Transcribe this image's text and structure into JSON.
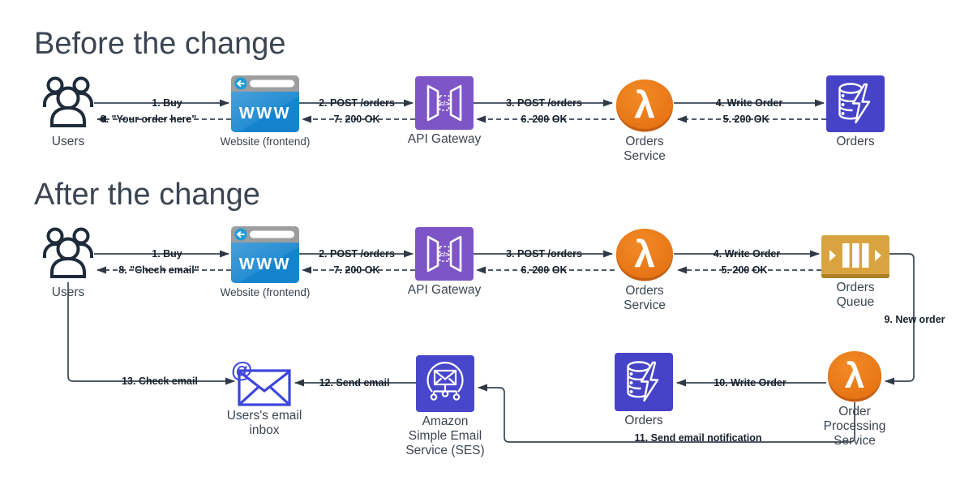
{
  "titles": {
    "before": "Before the change",
    "after": "After the change"
  },
  "palette": {
    "title_color": "#3B4552",
    "line_color": "#3A4654",
    "edge_label_color": "#17212C",
    "browser_blue": "#1484CF",
    "gateway_purple": "#7D55C7",
    "lambda_orange": "#E8761A",
    "database_indigo": "#4643C9",
    "queue_gold": "#D9A440",
    "ses_indigo": "#4846CB",
    "envelope_blue": "#3D45DD",
    "people_navy": "#1E2B3B"
  },
  "glyphs": {
    "www": "WWW",
    "code": "</>",
    "lambda": "λ",
    "at": "@"
  },
  "before": {
    "nodes": {
      "users": "Users",
      "website": "Website (frontend)",
      "api_gateway": "API Gateway",
      "orders_service": "Orders Service",
      "orders_db": "Orders"
    },
    "edges": {
      "buy": "1. Buy",
      "order_reply": "8. \"Your order here\"",
      "post_orders": "2. POST /orders",
      "ok_200_7": "7. 200 OK",
      "post_orders_3": "3. POST /orders",
      "ok_200_6": "6. 200 OK",
      "write_order": "4. Write Order",
      "ok_200_5": "5. 200 OK"
    }
  },
  "after": {
    "nodes": {
      "users": "Users",
      "website": "Website (frontend)",
      "api_gateway": "API Gateway",
      "orders_service": "Orders Service",
      "orders_queue": "Orders Queue",
      "order_processing": "Order Processing Service",
      "orders_db": "Orders",
      "ses": "Amazon Simple Email Service (SES)",
      "inbox": "Users's email inbox"
    },
    "edges": {
      "buy": "1. Buy",
      "check_reply": "8. \"Chech email\"",
      "post_orders": "2. POST /orders",
      "ok_200_7": "7. 200 OK",
      "post_orders_3": "3. POST /orders",
      "ok_200_6": "6. 200 OK",
      "write_order": "4. Write Order",
      "ok_200_5": "5. 200 OK",
      "new_order": "9. New order",
      "write_order_10": "10. Write Order",
      "send_notification": "11. Send email notification",
      "send_email": "12. Send email",
      "check_email": "13. Check email"
    }
  }
}
